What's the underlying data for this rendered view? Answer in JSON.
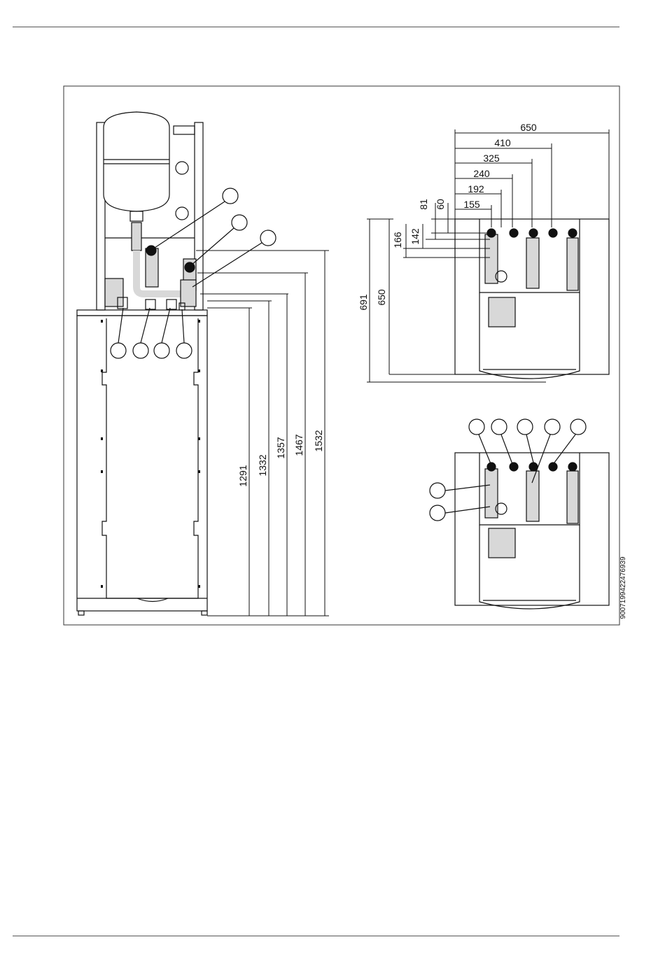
{
  "dimensions": {
    "vertical_front": [
      "1291",
      "1332",
      "1357",
      "1467",
      "1532"
    ],
    "top_widths": [
      "650",
      "410",
      "325",
      "240",
      "192",
      "155"
    ],
    "top_depths_small": [
      "81",
      "60"
    ],
    "top_offsets": [
      "166",
      "142"
    ],
    "depth_overall": [
      "691",
      "650"
    ]
  },
  "document_id": "9007199422476939",
  "colors": {
    "line": "#111111",
    "frame": "#333333",
    "fill_gray": "#d8d8d8"
  }
}
